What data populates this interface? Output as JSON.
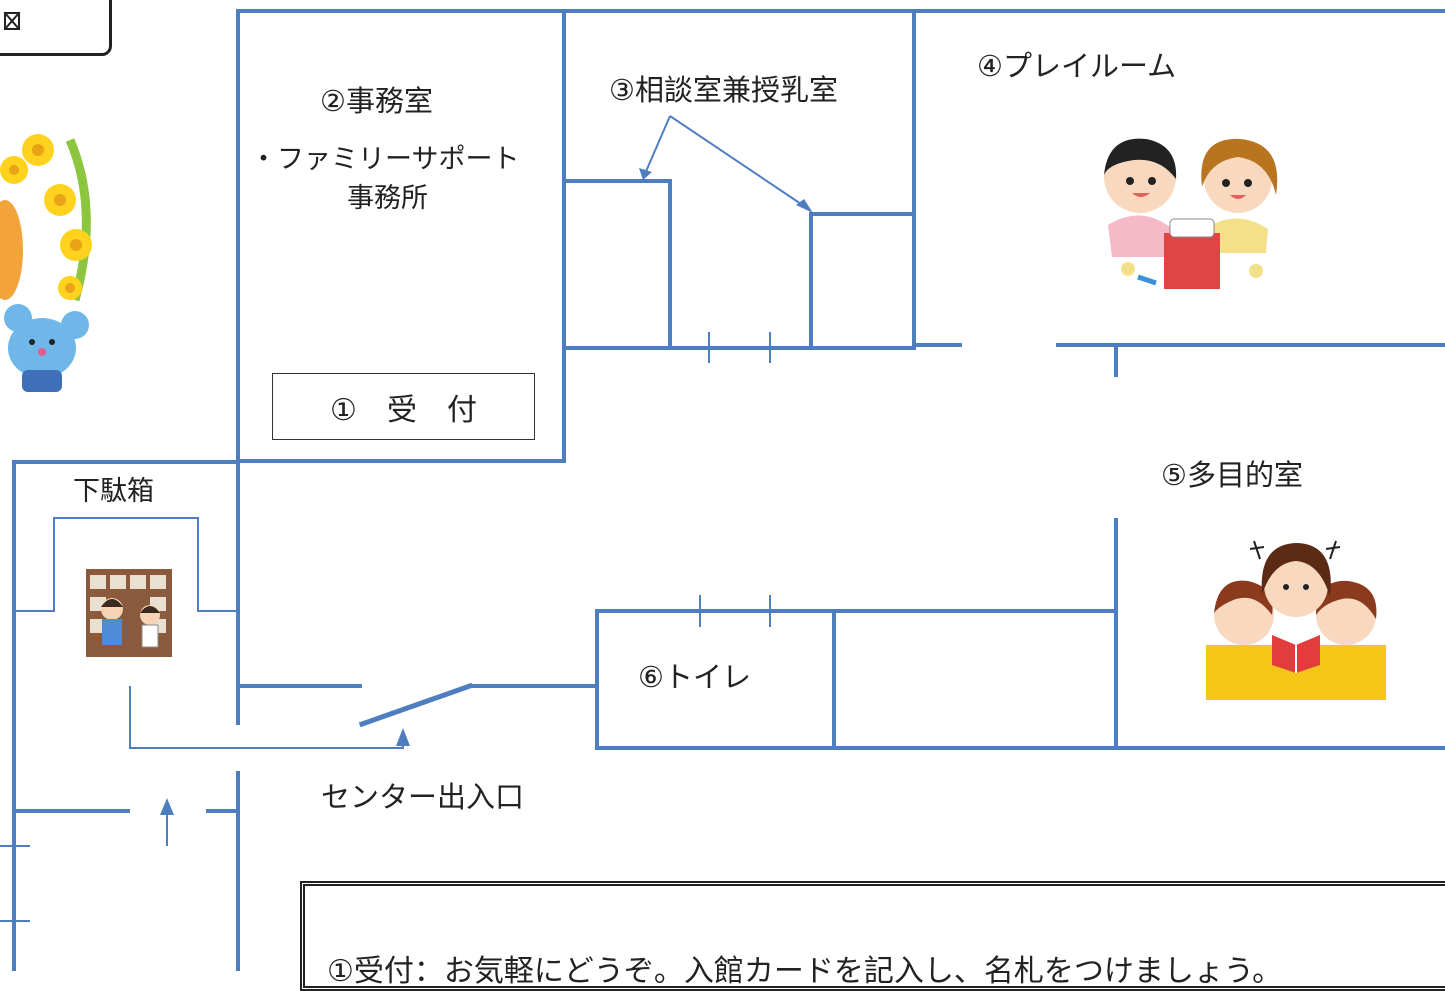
{
  "colors": {
    "wall": "#4F7EC0",
    "text": "#222222",
    "table": "#F5C518",
    "flower": "#FFD21E",
    "leaf": "#8CC63F",
    "mouse": "#6FB7E8"
  },
  "rooms": {
    "office": "②事務室",
    "family_support_line1": "・ファミリーサポート",
    "family_support_line2": "事務所",
    "consultation": "③相談室兼授乳室",
    "playroom": "④プレイルーム",
    "multipurpose": "⑤多目的室",
    "toilet": "⑥トイレ",
    "shoe_box": "下駄箱",
    "reception": "①　受　付",
    "entrance": "センター出入口"
  },
  "info": {
    "line1": "①受付：お気軽にどうぞ。入館カードを記入し、名札をつけましょう。"
  },
  "illustrations": {
    "corner_icon": "envelope-icon",
    "mascot": "bear-mouse-mascot-icon",
    "shoe_shelf": "shoe-shelf-children-icon",
    "playroom_kids": "children-playing-icon",
    "reading": "mother-reading-to-children-icon"
  }
}
